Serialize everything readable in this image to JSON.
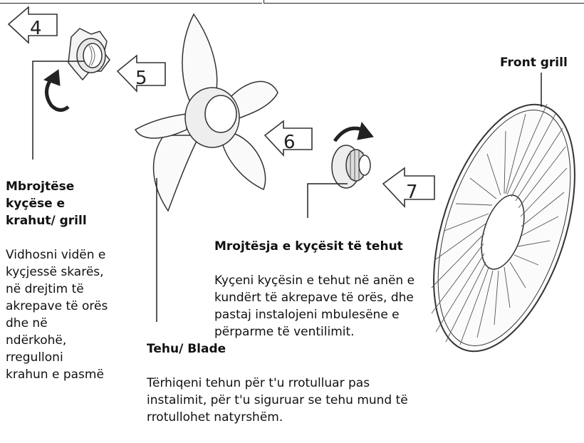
{
  "steps": [
    "4",
    "5",
    "6",
    "7"
  ],
  "labels": {
    "front_grill": "Front grill",
    "guard": {
      "title": "Mbrojtëse\nkyçëse e\nkrahut/ grill",
      "description": "Vidhosni vidën e\nkyçjessë skarës,\nnë drejtim të\nakrepave të orës\ndhe në\nndërkohë,\nrregulloni\nkrahun e pasmë"
    },
    "hub": {
      "title": "Mrojtësja e kyçësit të tehut",
      "description": "Kyçeni kyçësin e tehut në anën e\nkundërt të akrepave të orës, dhe\npastaj instalojeni mbulesëne e\npërparme të ventilimit."
    },
    "blade": {
      "title": "Tehu/ Blade",
      "description": "Tërhiqeni tehun për t'u rrotulluar pas\ninstalimit, për t'u siguruar se tehu mund të\nrrotullohet natyrshëm."
    }
  }
}
